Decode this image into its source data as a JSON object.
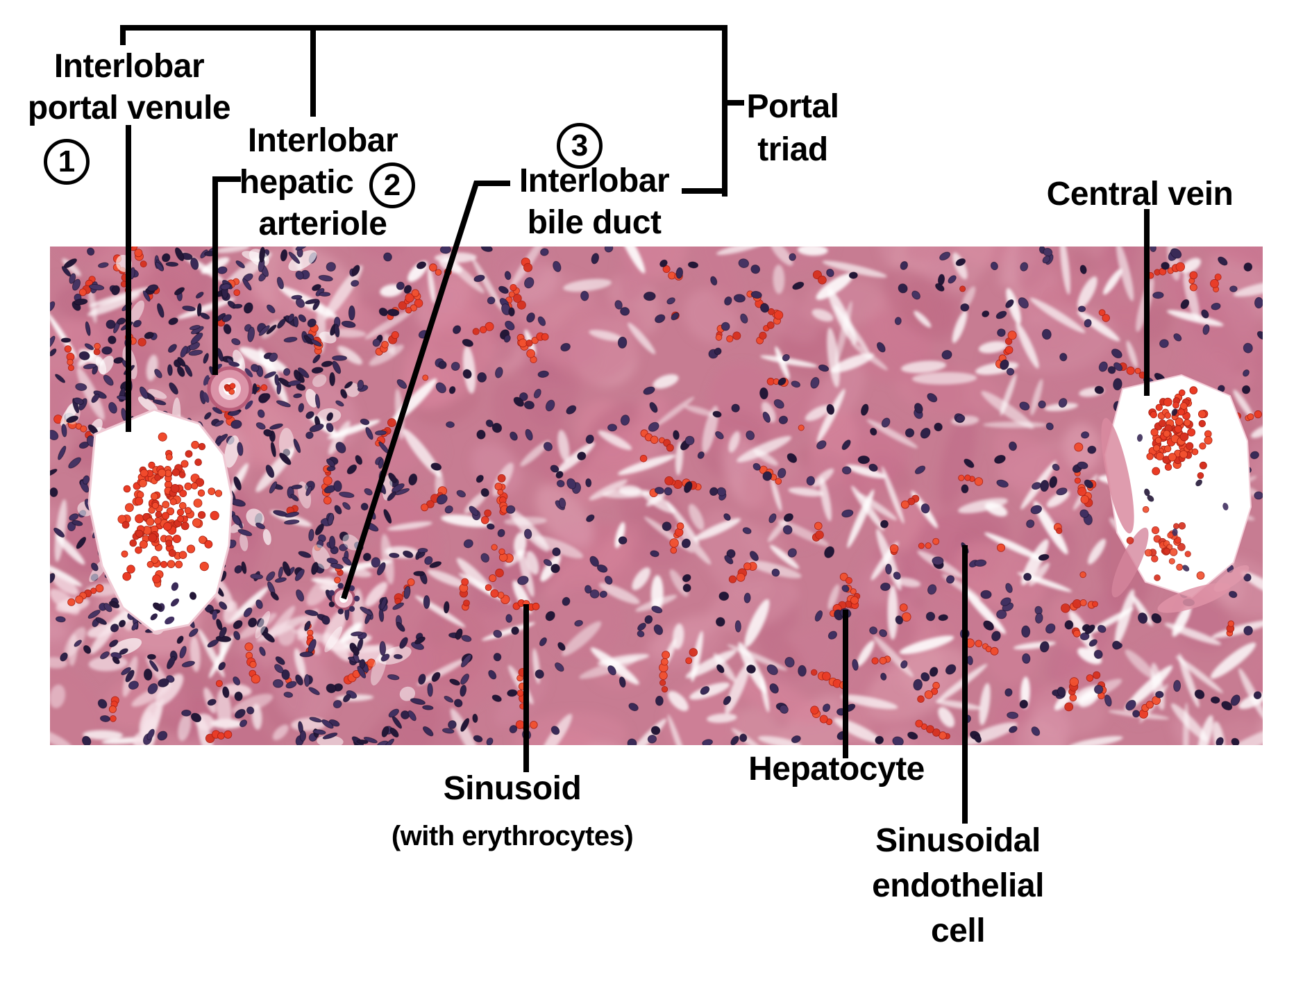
{
  "figure": {
    "labels": {
      "interlobar_portal_venule": {
        "line1": "Interlobar",
        "line2": "portal venule",
        "number": "1"
      },
      "interlobar_hepatic_arteriole": {
        "line1": "Interlobar",
        "line2": "hepatic",
        "line3": "arteriole",
        "number": "2"
      },
      "interlobar_bile_duct": {
        "number": "3",
        "line1": "Interlobar",
        "line2": "bile duct"
      },
      "portal_triad": {
        "line1": "Portal",
        "line2": "triad"
      },
      "central_vein": {
        "text": "Central vein"
      },
      "sinusoid": {
        "line1": "Sinusoid",
        "line2": "(with erythrocytes)"
      },
      "hepatocyte": {
        "text": "Hepatocyte"
      },
      "sinusoidal_endothelial_cell": {
        "line1": "Sinusoidal",
        "line2": "endothelial",
        "line3": "cell"
      }
    },
    "colors": {
      "annotation": "#000000",
      "background": "#ffffff",
      "tissue_base": "#c77c92",
      "tissue_mottle_light": "#dc9cae",
      "tissue_mottle_dark": "#b86580",
      "nucleus": "#3a2a57",
      "erythrocyte": "#ea3b24",
      "lumen": "#ffffff",
      "vessel_wall_pink": "#d98ba0"
    }
  }
}
